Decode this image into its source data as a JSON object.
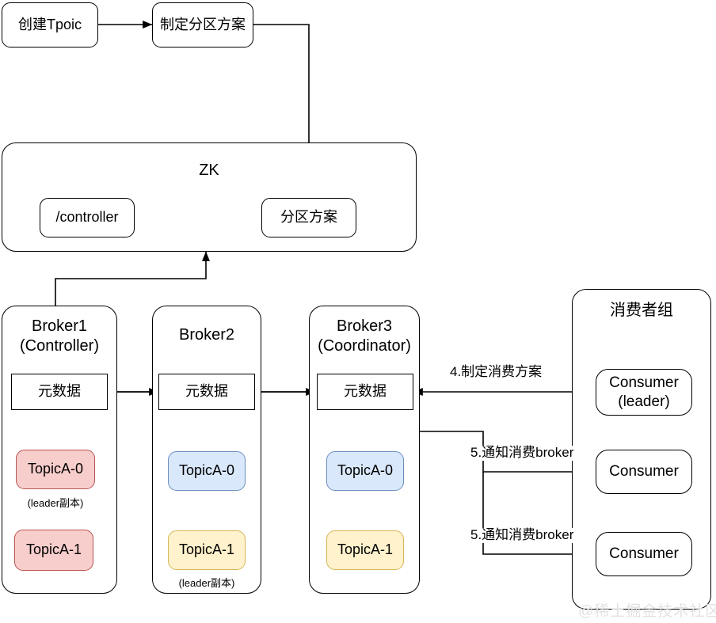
{
  "diagram": {
    "title_watermark": "@稀土掘金技术社区",
    "flow": {
      "create_topic": "创建Tpoic",
      "make_partition_plan": "制定分区方案"
    },
    "zk": {
      "title": "ZK",
      "controller_node": "/controller",
      "partition_plan_node": "分区方案"
    },
    "brokers": [
      {
        "name": "Broker1\n(Controller)",
        "metadata": "元数据",
        "topics": [
          {
            "label": "TopicA-0",
            "color": "pink",
            "caption": "(leader副本)"
          },
          {
            "label": "TopicA-1",
            "color": "pink",
            "caption": ""
          }
        ]
      },
      {
        "name": "Broker2",
        "metadata": "元数据",
        "topics": [
          {
            "label": "TopicA-0",
            "color": "blue",
            "caption": ""
          },
          {
            "label": "TopicA-1",
            "color": "yellow",
            "caption": "(leader副本)"
          }
        ]
      },
      {
        "name": "Broker3\n(Coordinator)",
        "metadata": "元数据",
        "topics": [
          {
            "label": "TopicA-0",
            "color": "blue",
            "caption": ""
          },
          {
            "label": "TopicA-1",
            "color": "yellow",
            "caption": ""
          }
        ]
      }
    ],
    "consumer_group": {
      "title": "消费者组",
      "consumers": [
        {
          "label": "Consumer\n(leader)"
        },
        {
          "label": "Consumer"
        },
        {
          "label": "Consumer"
        }
      ]
    },
    "edge_labels": {
      "plan_consume": "4.制定消费方案",
      "notify_broker_1": "5.通知消费broker",
      "notify_broker_2": "5.通知消费broker"
    },
    "colors": {
      "pink_fill": "#f8cecc",
      "pink_stroke": "#b85450",
      "blue_fill": "#dae8fc",
      "blue_stroke": "#6c8ebf",
      "yellow_fill": "#fff2cc",
      "yellow_stroke": "#d6b656",
      "stroke": "#000000",
      "background": "#ffffff"
    }
  }
}
